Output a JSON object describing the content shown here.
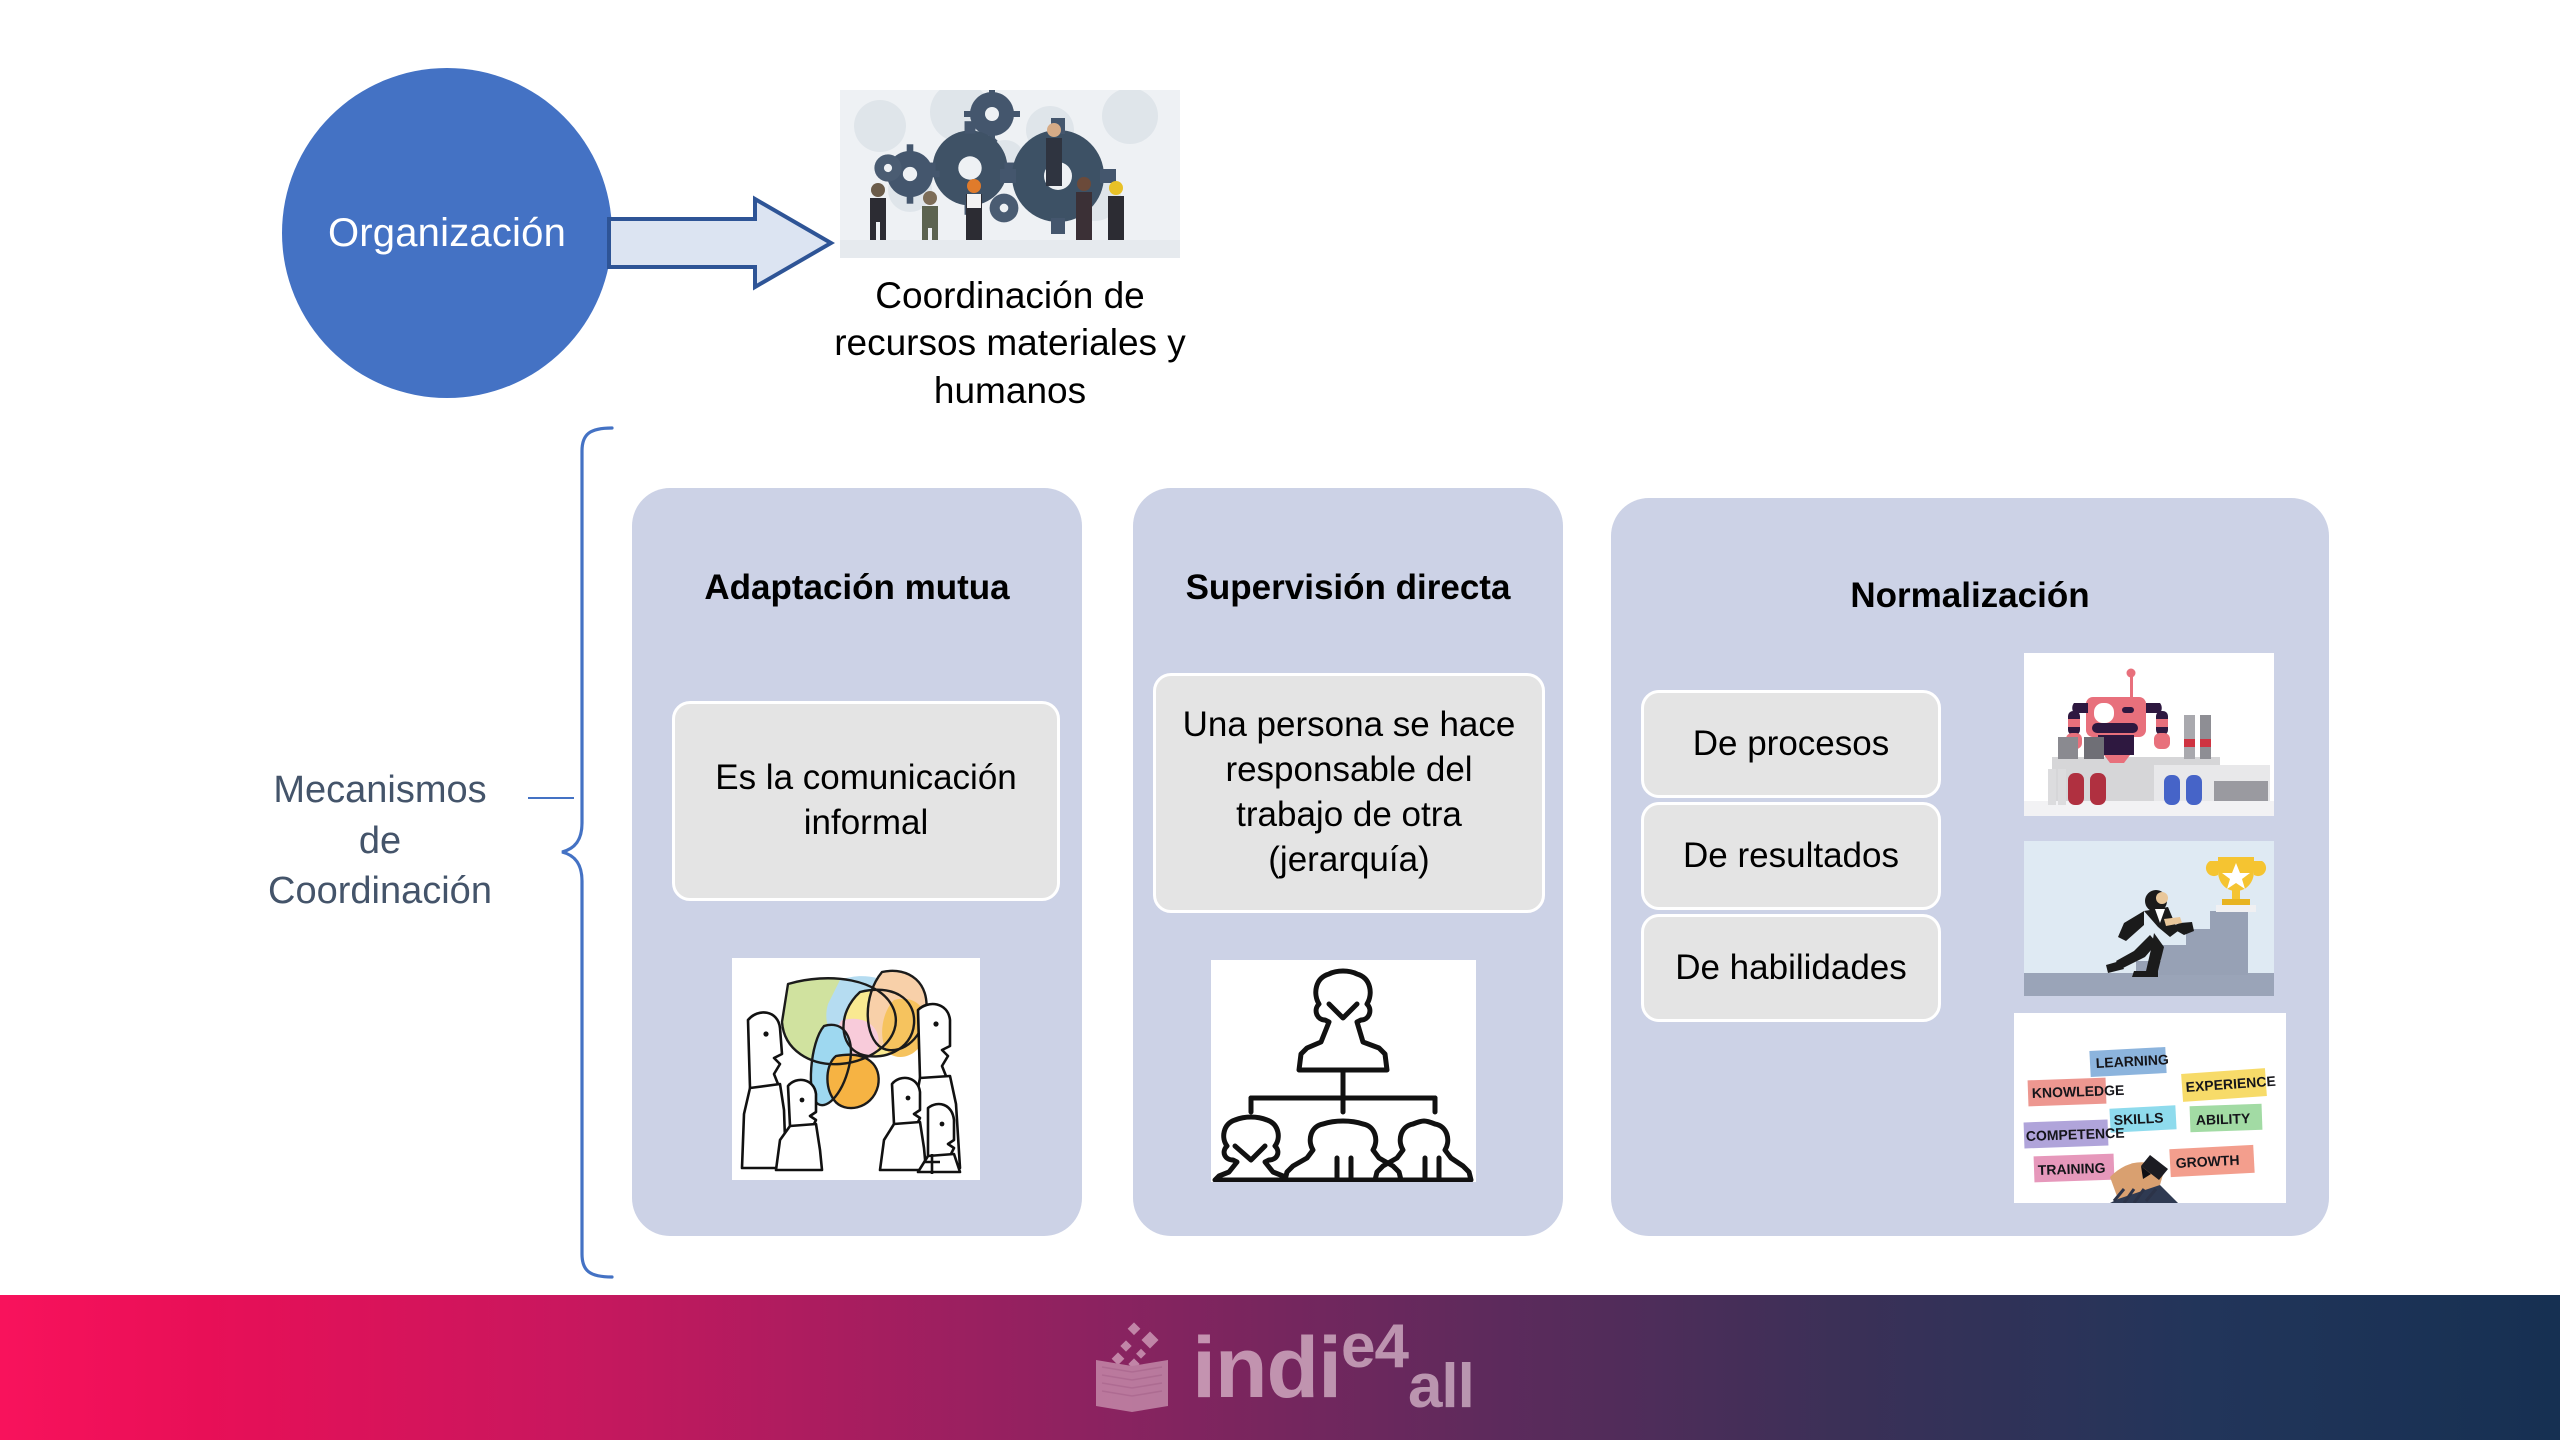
{
  "slide": {
    "title": "Mecanismos de Coordinación"
  },
  "top": {
    "organization_label": "Organización",
    "arrow_icon": "block-arrow-right-icon",
    "gears_image_alt": "gears-teamwork-image",
    "gears_caption": "Coordinación de recursos materiales y humanos"
  },
  "left": {
    "bracket_label": "Mecanismos\nde\nCoordinación",
    "bracket_line1": "Mecanismos",
    "bracket_line2": "de",
    "bracket_line3": "Coordinación",
    "brace_icon": "curly-brace-icon"
  },
  "panels": [
    {
      "id": "adaptacion",
      "title": "Adaptación mutua",
      "card": "Es la comunicación informal",
      "illustration": "talking-faces-speech-bubbles-image"
    },
    {
      "id": "supervision",
      "title": "Supervisión directa",
      "card": "Una persona se hace responsable del trabajo de otra (jerarquía)",
      "illustration": "org-chart-hierarchy-image"
    },
    {
      "id": "normalizacion",
      "title": "Normalización",
      "items": [
        {
          "label": "De procesos",
          "illustration": "factory-robot-image"
        },
        {
          "label": "De resultados",
          "illustration": "stairs-trophy-image"
        },
        {
          "label": "De habilidades",
          "illustration": "skills-words-image"
        }
      ]
    }
  ],
  "skills_image_words": [
    "LEARNING",
    "KNOWLEDGE",
    "EXPERIENCE",
    "COMPETENCE",
    "SKILLS",
    "ABILITY",
    "TRAINING",
    "GROWTH"
  ],
  "footer": {
    "logo_text_1": "indi",
    "logo_text_sup": "e",
    "logo_text_num": "4",
    "logo_text_sub": "all",
    "logo_icon": "open-book-sparkles-icon"
  },
  "colors": {
    "circle_blue": "#4472c4",
    "panel_lavender": "#ccd2e6",
    "card_gray": "#e4e4e4",
    "brace_blue": "#4472c4",
    "label_slate": "#44546a",
    "footer_start": "#f8125c",
    "footer_end": "#163052"
  }
}
